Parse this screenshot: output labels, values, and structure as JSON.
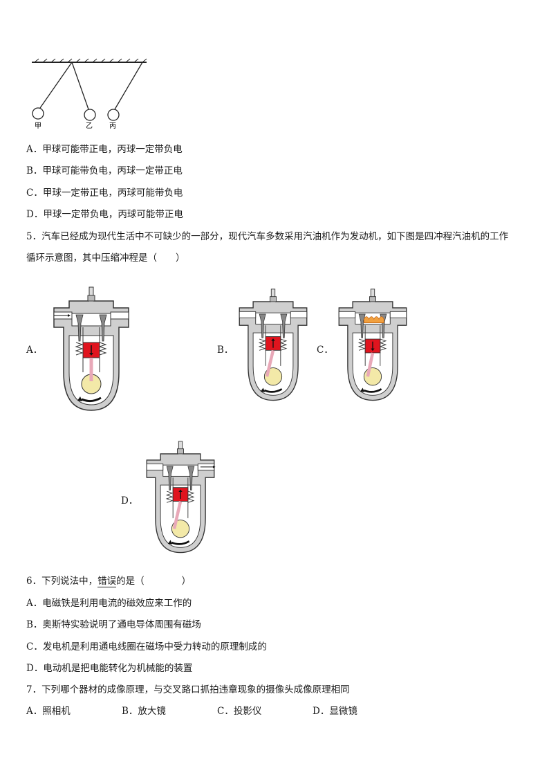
{
  "q4_figure": {
    "balls": [
      "甲",
      "乙",
      "丙"
    ]
  },
  "q4_options": {
    "A": "A．甲球可能带正电，丙球一定带负电",
    "B": "B．甲球可能带负电，丙球一定带正电",
    "C": "C．甲球一定带正电，丙球可能带负电",
    "D": "D．甲球一定带负电，丙球可能带正电"
  },
  "q5": {
    "line1": "5．汽车已经成为现代生活中不可缺少的一部分，现代汽车多数采用汽油机作为发动机，如下图是四冲程汽油机的工作",
    "line2": "循环示意图，其中压缩冲程是（　　）",
    "labels": {
      "A": "A．",
      "B": "B．",
      "C": "C．",
      "D": "D．"
    }
  },
  "q6": {
    "stem_prefix": "6．下列说法中，",
    "stem_emph": "错误",
    "stem_suffix": "的是（　　　　）",
    "A": "A．电磁铁是利用电流的磁效应来工作的",
    "B": "B．奥斯特实验说明了通电导体周围有磁场",
    "C": "C．发电机是利用通电线圈在磁场中受力转动的原理制成的",
    "D": "D．电动机是把电能转化为机械能的装置"
  },
  "q7": {
    "stem": "7．下列哪个器材的成像原理，与交叉路口抓拍违章现象的摄像头成像原理相同",
    "A": "A．照相机",
    "B": "B．放大镜",
    "C": "C．投影仪",
    "D": "D．显微镜"
  },
  "colors": {
    "piston": "#e0141e",
    "crank": "#f3e9a8",
    "rod": "#e8a8b8",
    "housing": "#c9c9c9",
    "spark": "#f0a040"
  }
}
